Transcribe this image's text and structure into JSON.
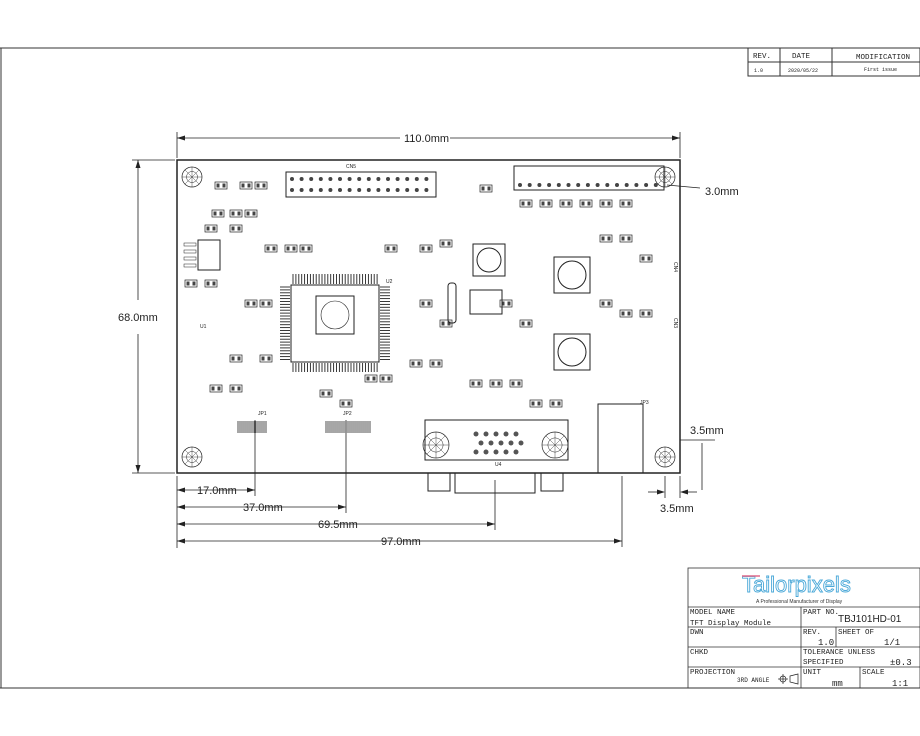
{
  "revision_table": {
    "headers": [
      "REV.",
      "DATE",
      "MODIFICATION"
    ],
    "rows": [
      [
        "1.0",
        "2020/05/22",
        "First issue"
      ]
    ]
  },
  "dimensions": {
    "width": "110.0mm",
    "height": "68.0mm",
    "hole_offset_top": "3.0mm",
    "hole_offset_right": "3.5mm",
    "hole_offset_bottom": "3.5mm",
    "jp1_pos": "17.0mm",
    "jp2_pos": "37.0mm",
    "vga_pos": "69.5mm",
    "power_pos": "97.0mm"
  },
  "board_labels": {
    "cn5": "CN5",
    "u4": "U4",
    "u1": "U1",
    "u2": "U2",
    "jp1": "JP1",
    "jp2": "JP2",
    "jp3": "JP3",
    "cn4": "CN4",
    "cn3": "CN3"
  },
  "title_block": {
    "logo": "Tailorpixels",
    "tagline": "A Professional Manufacturer of Display",
    "model_name_label": "MODEL NAME",
    "model_name": "TFT Display Module",
    "part_no_label": "PART NO.",
    "part_no": "TBJ101HD-01",
    "dwn_label": "DWN",
    "rev_label": "REV.",
    "rev": "1.0",
    "sheet_label": "SHEET OF",
    "sheet": "1/1",
    "chkd_label": "CHKD",
    "tolerance_label_1": "TOLERANCE UNLESS",
    "tolerance_label_2": "SPECIFIED",
    "tolerance": "±0.3",
    "projection_label": "PROJECTION",
    "projection": "3RD ANGLE",
    "unit_label": "UNIT",
    "unit": "mm",
    "scale_label": "SCALE",
    "scale": "1:1"
  }
}
